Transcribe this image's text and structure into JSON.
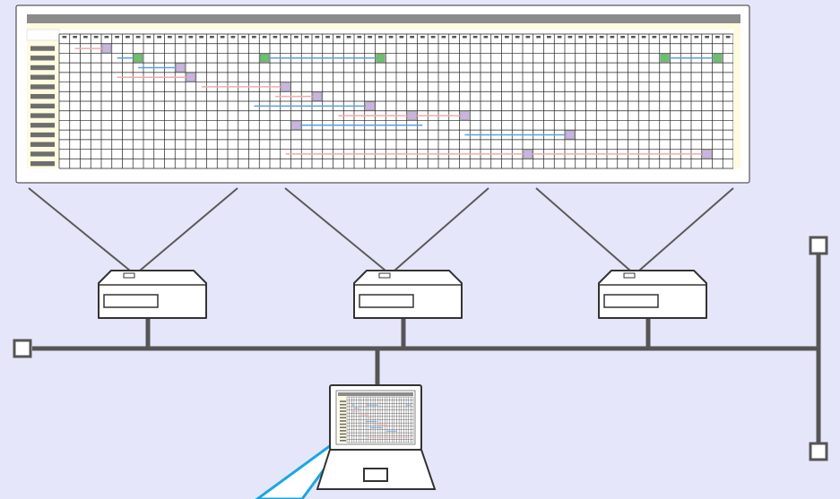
{
  "colors": {
    "background": "#e6e6fa",
    "screen_frame": "#ffffff",
    "title_bar": "#8c8c8c",
    "sidebar_fill": "#fffbe0",
    "sidebar_item": "#6e6e6e",
    "grid_line": "#222222",
    "connector_line": "#5a5a5a",
    "network_line": "#555555",
    "device_fill": "#ffffff",
    "device_stroke": "#333333",
    "pink_bar": "#f4a9a9",
    "blue_bar": "#5aa0e0",
    "purple_marker": "#c9b4e0",
    "green_marker": "#6cbf6c",
    "laptop_beam": "#1aa7e0"
  },
  "schedule": {
    "rows": 14,
    "columns": 64,
    "sidebar_items": 13,
    "tasks": [
      {
        "row": 0,
        "start": 1,
        "end": 4,
        "color": "pink",
        "markers": [
          {
            "col": 4,
            "type": "purple"
          }
        ]
      },
      {
        "row": 1,
        "start": 5,
        "end": 7,
        "color": "blue",
        "markers": [
          {
            "col": 7,
            "type": "green"
          }
        ]
      },
      {
        "row": 1,
        "start": 19,
        "end": 30,
        "color": "blue",
        "markers": [
          {
            "col": 19,
            "type": "green"
          },
          {
            "col": 30,
            "type": "green"
          }
        ]
      },
      {
        "row": 1,
        "start": 57,
        "end": 62,
        "color": "blue",
        "markers": [
          {
            "col": 57,
            "type": "green"
          },
          {
            "col": 62,
            "type": "green"
          }
        ]
      },
      {
        "row": 2,
        "start": 7,
        "end": 11,
        "color": "blue",
        "markers": [
          {
            "col": 11,
            "type": "purple"
          }
        ]
      },
      {
        "row": 3,
        "start": 5,
        "end": 12,
        "color": "pink",
        "markers": [
          {
            "col": 12,
            "type": "purple"
          }
        ]
      },
      {
        "row": 4,
        "start": 13,
        "end": 21,
        "color": "pink",
        "markers": [
          {
            "col": 21,
            "type": "purple"
          }
        ]
      },
      {
        "row": 5,
        "start": 20,
        "end": 24,
        "color": "pink",
        "markers": [
          {
            "col": 24,
            "type": "purple"
          }
        ]
      },
      {
        "row": 6,
        "start": 18,
        "end": 29,
        "color": "blue",
        "markers": [
          {
            "col": 29,
            "type": "purple"
          }
        ]
      },
      {
        "row": 7,
        "start": 26,
        "end": 38,
        "color": "pink",
        "markers": [
          {
            "col": 33,
            "type": "purple"
          },
          {
            "col": 38,
            "type": "purple"
          }
        ]
      },
      {
        "row": 8,
        "start": 22,
        "end": 34,
        "color": "blue",
        "markers": [
          {
            "col": 22,
            "type": "purple"
          }
        ]
      },
      {
        "row": 9,
        "start": 38,
        "end": 48,
        "color": "blue",
        "markers": [
          {
            "col": 48,
            "type": "purple"
          }
        ]
      },
      {
        "row": 11,
        "start": 21,
        "end": 61,
        "color": "pink",
        "markers": [
          {
            "col": 44,
            "type": "purple"
          },
          {
            "col": 61,
            "type": "purple"
          }
        ]
      }
    ]
  },
  "devices": {
    "projectors": [
      {
        "id": "projector-left"
      },
      {
        "id": "projector-center"
      },
      {
        "id": "projector-right"
      }
    ],
    "laptop": {
      "id": "laptop"
    }
  }
}
